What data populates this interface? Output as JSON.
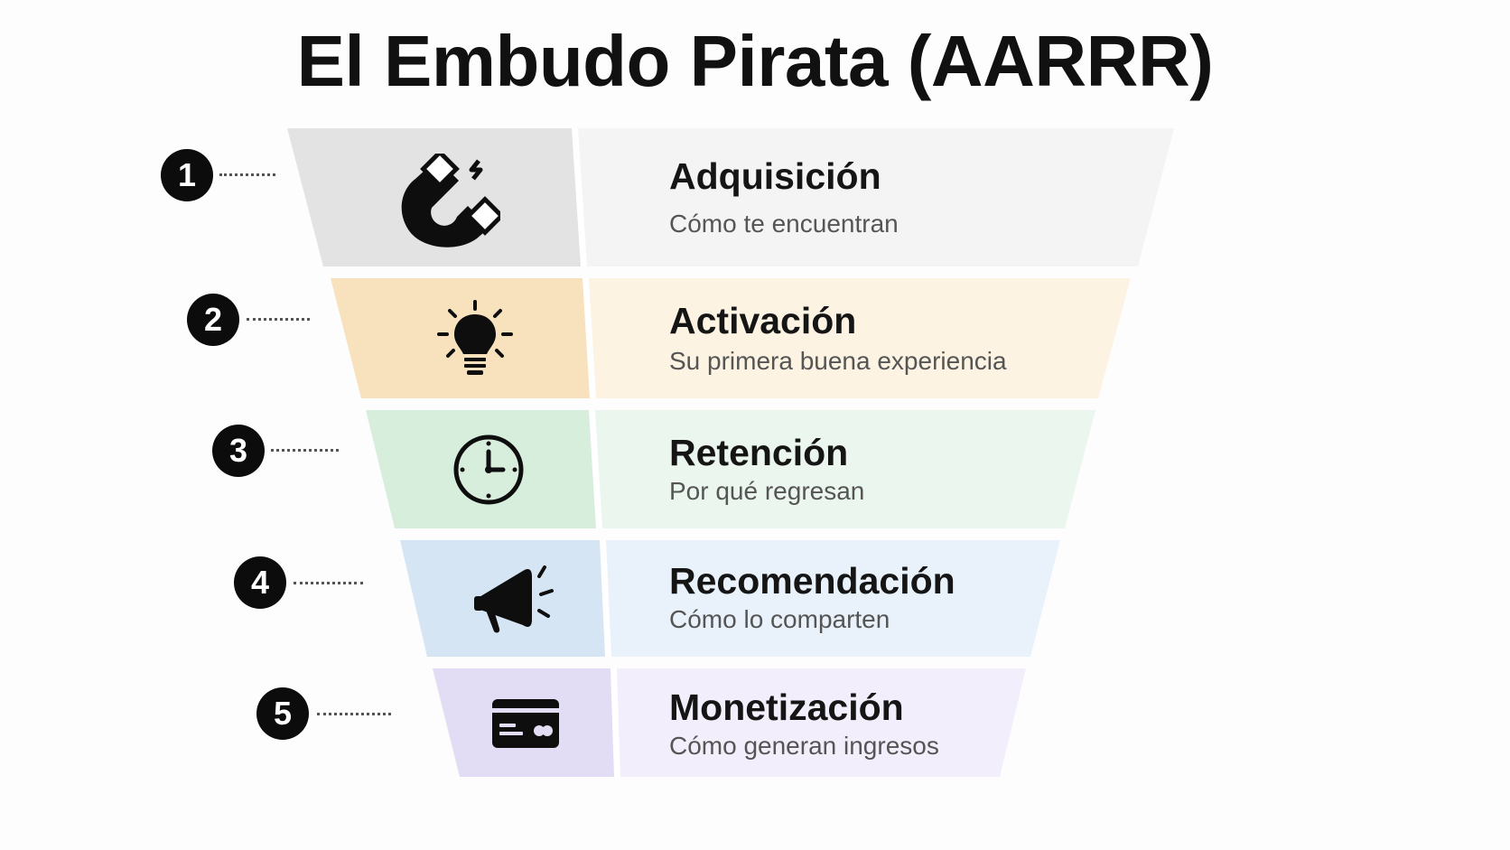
{
  "title": "El Embudo Pirata (AARRR)",
  "stages": [
    {
      "number": "1",
      "name": "Adquisición",
      "description": "Cómo te encuentran",
      "icon": "magnet-icon",
      "left_color": "#e3e3e3",
      "right_color": "#f4f4f4"
    },
    {
      "number": "2",
      "name": "Activación",
      "description": "Su primera buena experiencia",
      "icon": "lightbulb-icon",
      "left_color": "#f8e2bd",
      "right_color": "#fdf3e2"
    },
    {
      "number": "3",
      "name": "Retención",
      "description": "Por qué regresan",
      "icon": "clock-icon",
      "left_color": "#d8eedd",
      "right_color": "#ebf6ee"
    },
    {
      "number": "4",
      "name": "Recomendación",
      "description": "Cómo lo comparten",
      "icon": "megaphone-icon",
      "left_color": "#d5e5f4",
      "right_color": "#e9f2fb"
    },
    {
      "number": "5",
      "name": "Monetización",
      "description": "Cómo generan ingresos",
      "icon": "credit-card-icon",
      "left_color": "#e3dcf5",
      "right_color": "#f2eefb"
    }
  ]
}
